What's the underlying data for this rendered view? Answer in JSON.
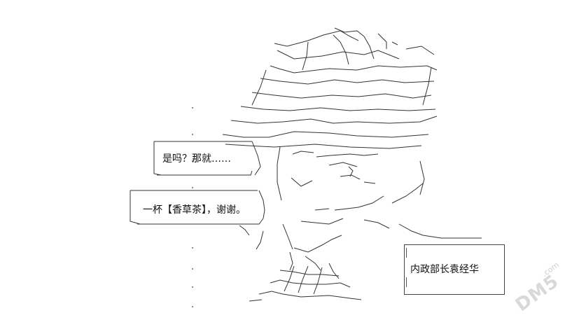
{
  "speech_bubbles": [
    {
      "text": "是吗？那就……"
    },
    {
      "text": "一杯【香草茶】，谢谢。"
    }
  ],
  "caption": {
    "text": "内政部长袁经华"
  },
  "watermark": {
    "logo": "DM5",
    "suffix": ".com"
  }
}
